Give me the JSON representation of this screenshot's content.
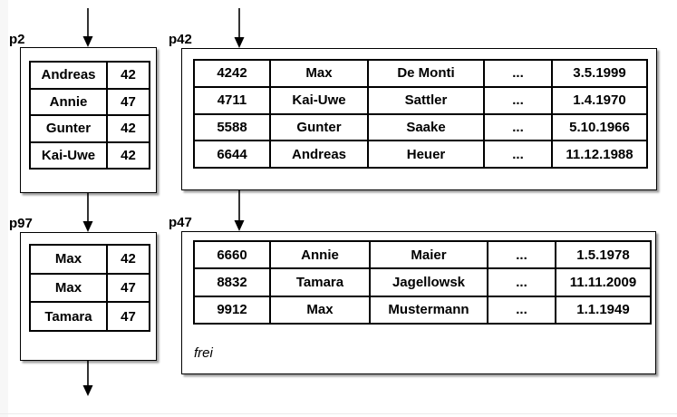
{
  "pages": {
    "p2": {
      "label": "p2",
      "rows": [
        [
          "Andreas",
          "42"
        ],
        [
          "Annie",
          "47"
        ],
        [
          "Gunter",
          "42"
        ],
        [
          "Kai-Uwe",
          "42"
        ]
      ]
    },
    "p42": {
      "label": "p42",
      "rows": [
        [
          "4242",
          "Max",
          "De Monti",
          "...",
          "3.5.1999"
        ],
        [
          "4711",
          "Kai-Uwe",
          "Sattler",
          "...",
          "1.4.1970"
        ],
        [
          "5588",
          "Gunter",
          "Saake",
          "...",
          "5.10.1966"
        ],
        [
          "6644",
          "Andreas",
          "Heuer",
          "...",
          "11.12.1988"
        ]
      ]
    },
    "p97": {
      "label": "p97",
      "rows": [
        [
          "Max",
          "42"
        ],
        [
          "Max",
          "47"
        ],
        [
          "Tamara",
          "47"
        ]
      ]
    },
    "p47": {
      "label": "p47",
      "rows": [
        [
          "6660",
          "Annie",
          "Maier",
          "...",
          "1.5.1978"
        ],
        [
          "8832",
          "Tamara",
          "Jagellowsk",
          "...",
          "11.11.2009"
        ],
        [
          "9912",
          "Max",
          "Mustermann",
          "...",
          "1.1.1949"
        ]
      ],
      "free_label": "frei"
    }
  },
  "colors": {
    "line": "#000000",
    "page_background": "#ffffff",
    "canvas_background": "#ffffff",
    "left_strip": "#f7f7f7"
  }
}
